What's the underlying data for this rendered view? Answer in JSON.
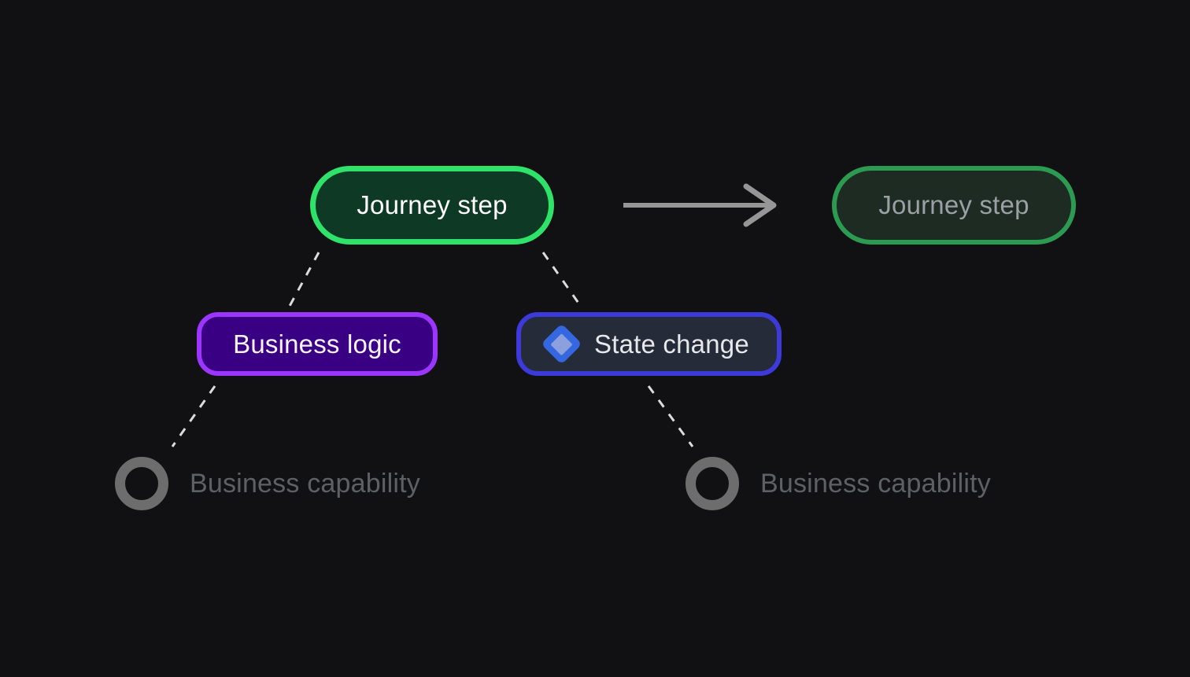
{
  "nodes": {
    "journey_step_active": {
      "label": "Journey step"
    },
    "journey_step_target": {
      "label": "Journey step"
    },
    "business_logic": {
      "label": "Business logic"
    },
    "state_change": {
      "label": "State change",
      "icon": "diamond-icon"
    },
    "business_capability_left": {
      "label": "Business capability",
      "icon": "circle-icon"
    },
    "business_capability_right": {
      "label": "Business capability",
      "icon": "circle-icon"
    }
  },
  "colors": {
    "background": "#111113",
    "journey_active_border": "#2ee26a",
    "journey_active_fill": "#0e3a25",
    "journey_active_text": "#ffffff",
    "journey_target_border": "#2b9b51",
    "journey_target_fill": "#1d2b22",
    "journey_target_text": "#9aa0a5",
    "business_logic_border": "#9c36ff",
    "business_logic_fill": "#3a0084",
    "business_logic_text": "#f6f3fb",
    "state_change_border": "#3c3ad8",
    "state_change_fill": "#252b39",
    "state_change_text": "#e6e8ea",
    "diamond_outer": "#3568e0",
    "diamond_inner": "#8ba0dc",
    "arrow": "#969696",
    "dash": "#dcdcdc",
    "capability_ring": "#6d6d6d",
    "capability_text": "#5d6165"
  }
}
